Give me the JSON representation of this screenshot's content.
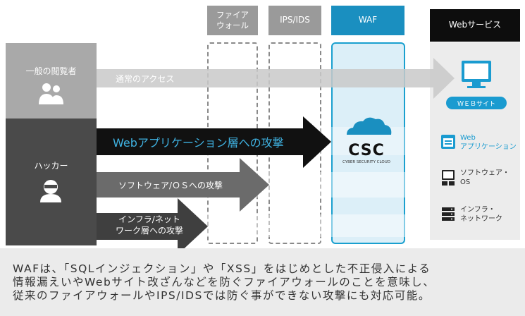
{
  "headers": {
    "firewall": "ファイア\nウォール",
    "ipsids": "IPS/IDS",
    "waf": "WAF",
    "webservice": "Webサービス"
  },
  "actors": {
    "general_user": "一般の閲覧者",
    "hacker": "ハッカー"
  },
  "flows": {
    "normal_access": "通常のアクセス",
    "web_app_attack": "Webアプリケーション層への攻撃",
    "software_os_attack": "ソフトウェア/ＯＳへの攻撃",
    "infra_attack": "インフラ/ネット\nワーク層への攻撃"
  },
  "waf_brand": {
    "logo": "CSC",
    "tagline": "CYBER SECURITY CLOUD"
  },
  "web_service": {
    "website_badge": "ＷＥＢサイト",
    "items": [
      {
        "icon": "web-application-icon",
        "label": "Web\nアプリケーション",
        "color": "#1a9bd0"
      },
      {
        "icon": "software-os-icon",
        "label": "ソフトウェア・\nOS",
        "color": "#333333"
      },
      {
        "icon": "infrastructure-network-icon",
        "label": "インフラ・\nネットワーク",
        "color": "#333333"
      }
    ]
  },
  "caption": "WAFは、「SQLインジェクション」や「XSS」をはじめとした不正侵入による\n情報漏えいやWebサイト改ざんなどを防ぐファイアウォールのことを意味し、\n従来のファイアウォールやIPS/IDSでは防ぐ事ができない攻撃にも対応可能。",
  "colors": {
    "waf_blue": "#1a8fc0",
    "arrow_dark": "#333333",
    "arrow_gray": "#6b6b6b",
    "user_gray": "#a9a9a9",
    "hacker_dark": "#4a4a4a"
  }
}
